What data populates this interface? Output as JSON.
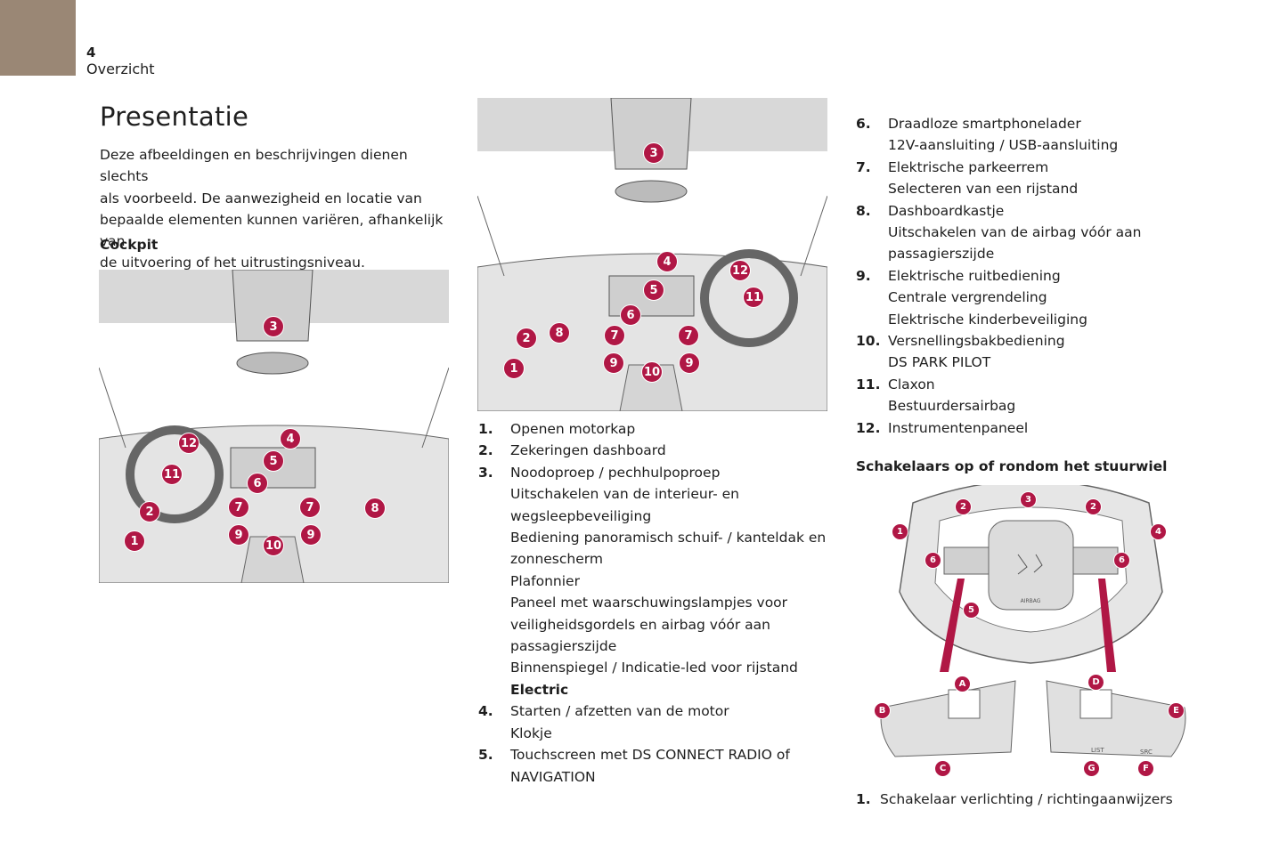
{
  "header": {
    "page_number": "4",
    "section": "Overzicht",
    "accent_color": "#9a8775"
  },
  "title": "Presentatie",
  "intro_lines": [
    "Deze afbeeldingen en beschrijvingen dienen slechts",
    "als voorbeeld. De aanwezigheid en locatie van",
    "bepaalde elementen kunnen variëren, afhankelijk van",
    "de uitvoering of het uitrustingsniveau."
  ],
  "cockpit_heading": "Cockpit",
  "callout_color": "#b01745",
  "figure_lhd": {
    "callouts": [
      "1",
      "2",
      "3",
      "4",
      "5",
      "6",
      "7",
      "7",
      "8",
      "9",
      "9",
      "10",
      "11",
      "12"
    ]
  },
  "figure_rhd": {
    "callouts": [
      "1",
      "2",
      "3",
      "4",
      "5",
      "6",
      "7",
      "7",
      "8",
      "9",
      "9",
      "10",
      "11",
      "12"
    ]
  },
  "items_col1": [
    {
      "num": "1.",
      "lines": [
        "Openen motorkap"
      ]
    },
    {
      "num": "2.",
      "lines": [
        "Zekeringen dashboard"
      ]
    },
    {
      "num": "3.",
      "lines": [
        "Noodoproep / pechhulpoproep",
        "Uitschakelen van de interieur- en",
        "wegsleepbeveiliging",
        "Bediening panoramisch schuif- / kanteldak en",
        "zonnescherm",
        "Plafonnier",
        "Paneel met waarschuwingslampjes voor",
        "veiligheidsgordels en airbag vóór aan",
        "passagierszijde",
        "Binnenspiegel / Indicatie-led voor rijstand"
      ],
      "bold_line": "Electric"
    },
    {
      "num": "4.",
      "lines": [
        "Starten / afzetten van de motor",
        "Klokje"
      ]
    },
    {
      "num": "5.",
      "lines": [
        "Touchscreen met DS CONNECT RADIO of",
        "NAVIGATION"
      ]
    }
  ],
  "items_col2": [
    {
      "num": "6.",
      "lines": [
        "Draadloze smartphonelader",
        "12V-aansluiting / USB-aansluiting"
      ]
    },
    {
      "num": "7.",
      "lines": [
        "Elektrische parkeerrem",
        "Selecteren van een rijstand"
      ]
    },
    {
      "num": "8.",
      "lines": [
        "Dashboardkastje",
        "Uitschakelen van de airbag vóór aan",
        "passagierszijde"
      ]
    },
    {
      "num": "9.",
      "lines": [
        "Elektrische ruitbediening",
        "Centrale vergrendeling",
        "Elektrische kinderbeveiliging"
      ]
    },
    {
      "num": "10.",
      "lines": [
        "Versnellingsbakbediening",
        "DS PARK PILOT"
      ]
    },
    {
      "num": "11.",
      "lines": [
        "Claxon",
        "Bestuurdersairbag"
      ]
    },
    {
      "num": "12.",
      "lines": [
        "Instrumentenpaneel"
      ]
    }
  ],
  "steering_heading": "Schakelaars op of rondom het stuurwiel",
  "steering_figure": {
    "callouts": [
      "1",
      "2",
      "2",
      "3",
      "4",
      "5",
      "6",
      "6",
      "A",
      "B",
      "C",
      "D",
      "E",
      "F",
      "G"
    ],
    "labels": {
      "airbag": "AIRBAG",
      "list": "LIST",
      "src": "SRC"
    }
  },
  "steering_items": [
    {
      "num": "1.",
      "lines": [
        "Schakelaar verlichting / richtingaanwijzers"
      ]
    }
  ]
}
